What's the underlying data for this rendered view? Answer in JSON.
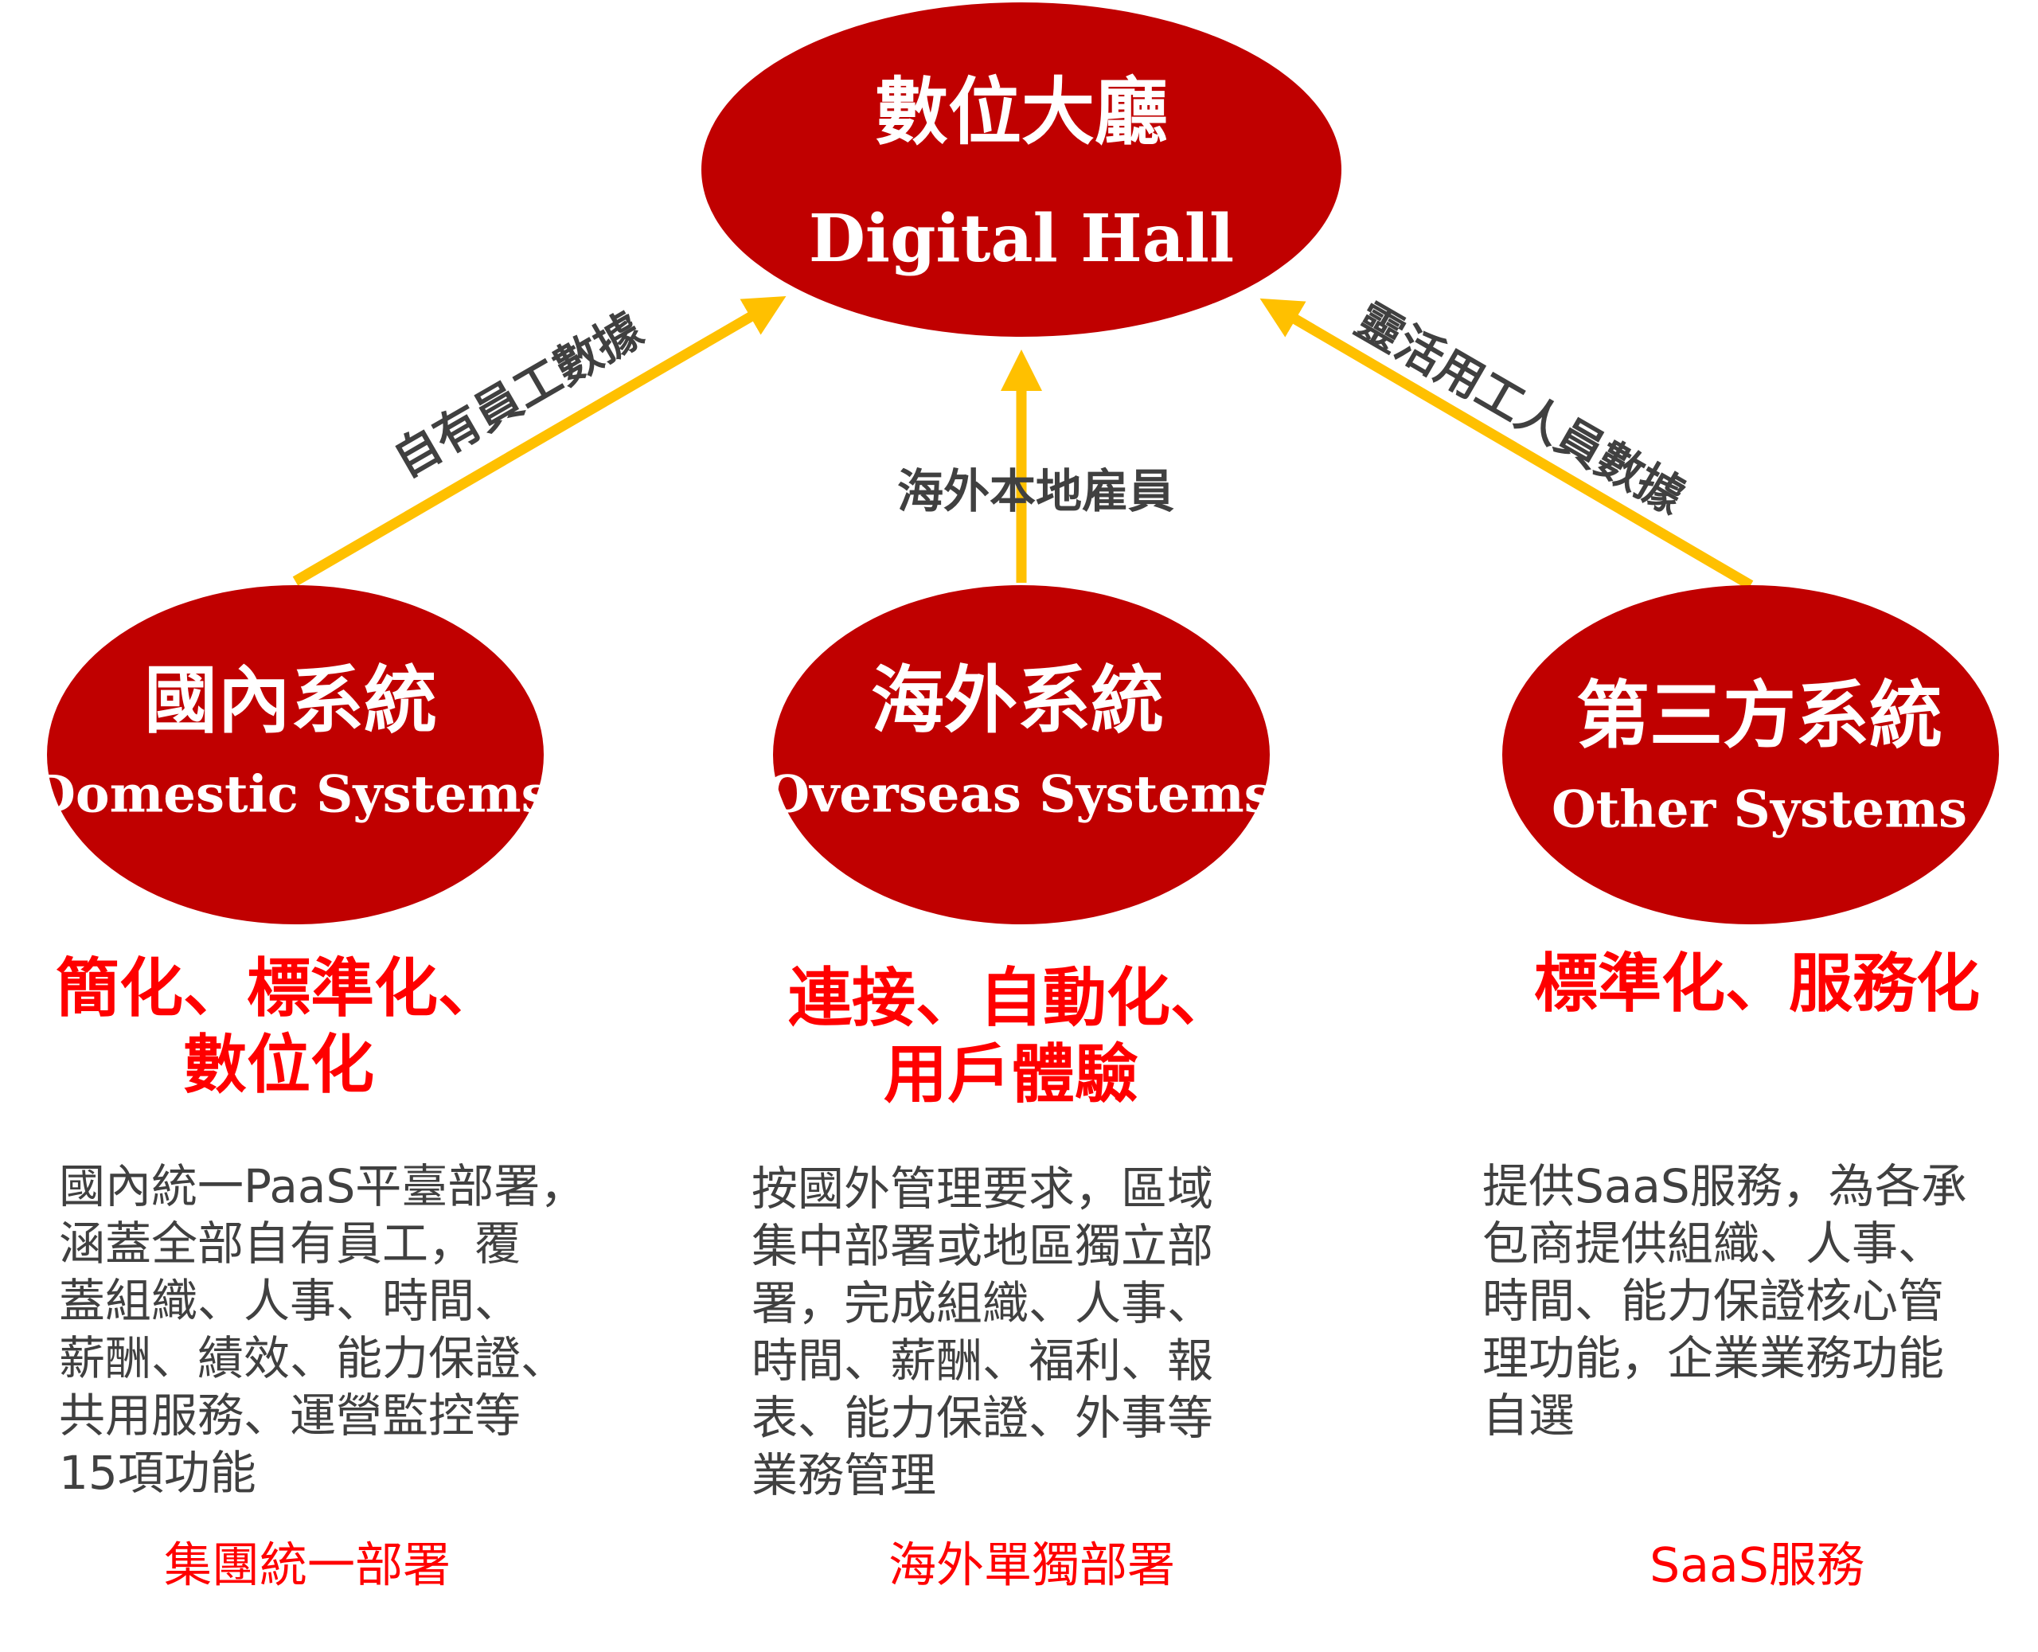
{
  "colors": {
    "ellipse": "#C00000",
    "arrow": "#FFC000",
    "slogan": "#FF0000",
    "body": "#404040"
  },
  "center": {
    "zh": "數位大廳",
    "en": "Digital Hall"
  },
  "arrows": {
    "left_label": "自有員工數據",
    "middle_label": "海外本地雇員",
    "right_label": "靈活用工人員數據"
  },
  "systems": [
    {
      "zh": "國內系統",
      "en": "Domestic Systems",
      "slogan": [
        "簡化、標準化、",
        "數位化"
      ],
      "body": [
        "國內統一PaaS平臺部署，",
        "涵蓋全部自有員工，覆",
        "蓋組織、人事、時間、",
        "薪酬、績效、能力保證、",
        "共用服務、運營監控等",
        "15項功能"
      ],
      "footer": "集團統一部署"
    },
    {
      "zh": "海外系統",
      "en": "Overseas Systems",
      "slogan": [
        "連接、自動化、",
        "用戶體驗"
      ],
      "body": [
        "按國外管理要求，區域",
        "集中部署或地區獨立部",
        "署，完成組織、人事、",
        "時間、薪酬、福利、報",
        "表、能力保證、外事等",
        "業務管理"
      ],
      "footer": "海外單獨部署"
    },
    {
      "zh": "第三方系統",
      "en": "Other Systems",
      "slogan": [
        "標準化、服務化"
      ],
      "body": [
        "提供SaaS服務，為各承",
        "包商提供組織、人事、",
        "時間、能力保證核心管",
        "理功能，企業業務功能",
        "自選"
      ],
      "footer": "SaaS服務"
    }
  ]
}
